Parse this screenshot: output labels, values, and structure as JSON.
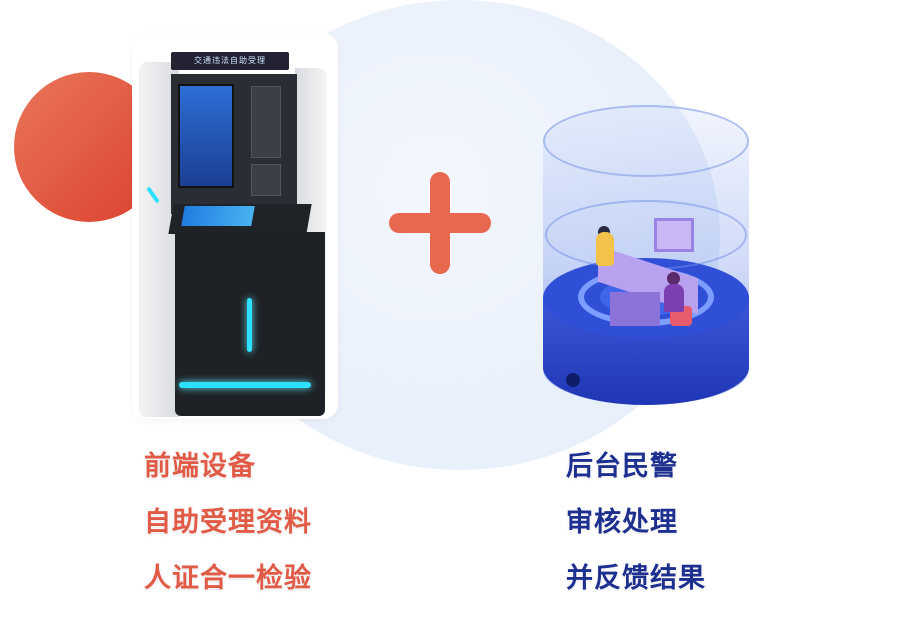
{
  "kiosk": {
    "header_text": "交通违法自助受理"
  },
  "left_captions": [
    "前端设备",
    "自助受理资料",
    "人证合一检验"
  ],
  "right_captions": [
    "后台民警",
    "审核处理",
    "并反馈结果"
  ],
  "colors": {
    "accent_orange": "#e8674f",
    "left_text": "#e15a45",
    "right_text": "#1d2f8f",
    "cylinder_blue": "#2f4fd6"
  }
}
